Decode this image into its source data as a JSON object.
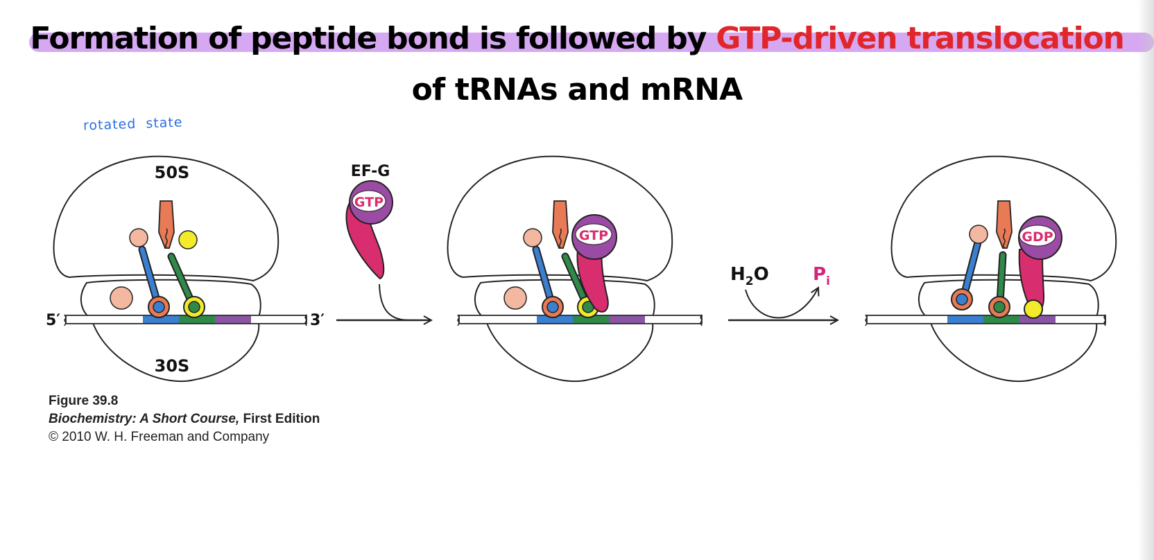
{
  "title": {
    "line1_prefix": "Formation of peptide bond is followed by ",
    "line1_emphasis": "GTP-driven translocation",
    "line2": "of tRNAs and mRNA"
  },
  "annotation": {
    "handwritten_note": "rotated  state"
  },
  "figure": {
    "labels": {
      "large_subunit": "50S",
      "small_subunit": "30S",
      "mrna_5_end": "5′",
      "mrna_3_end": "3′",
      "elongation_factor": "EF-G",
      "gtp": "GTP",
      "gdp": "GDP",
      "water_h": "H",
      "water_sub": "2",
      "water_o": "O",
      "phosphate_p": "P",
      "phosphate_sub": "i"
    },
    "colors": {
      "tRNA_blue": "#3a7fd0",
      "tRNA_green": "#2f8a4a",
      "codon_purple": "#8a55a5",
      "peptide_orange": "#e87a55",
      "amino_acid_peach": "#f4b8a0",
      "ef_g_magenta": "#d82d6e",
      "ef_g_purple": "#9a4ba3",
      "yellow_marker": "#f2ea2a",
      "pi_magenta": "#d3267a"
    }
  },
  "caption": {
    "figure_number": "Figure 39.8",
    "book_title": "Biochemistry: A Short Course,",
    "edition": " First Edition",
    "copyright": "© 2010 W. H. Freeman and Company"
  }
}
